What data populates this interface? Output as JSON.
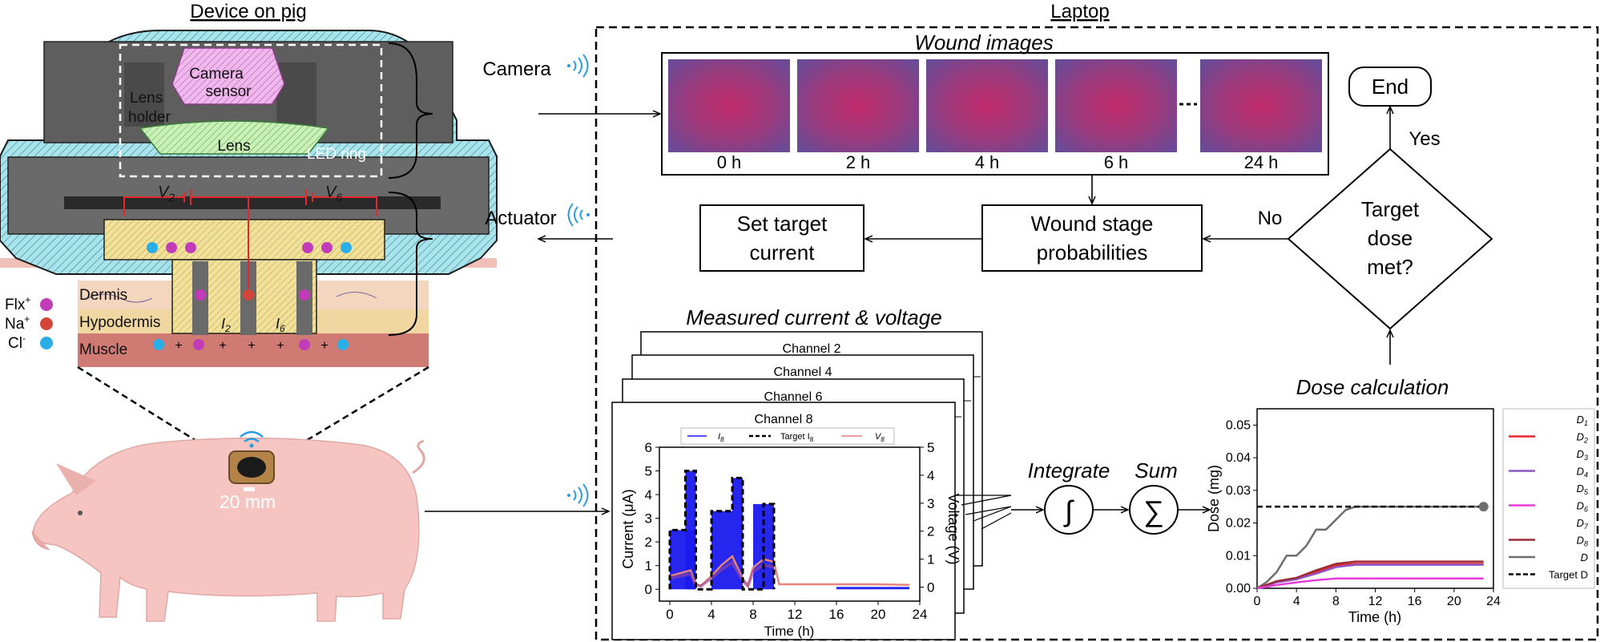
{
  "left_panel": {
    "title": "Device on pig",
    "labels": {
      "camera_sensor_1": "Camera",
      "camera_sensor_2": "sensor",
      "lens_holder_1": "Lens",
      "lens_holder_2": "holder",
      "lens": "Lens",
      "led_ring": "LED ring",
      "v2": "V",
      "v2_sub": "2",
      "v6": "V",
      "v6_sub": "6",
      "i2": "I",
      "i2_sub": "2",
      "i6": "I",
      "i6_sub": "6",
      "dermis": "Dermis",
      "hypodermis": "Hypodermis",
      "muscle": "Muscle",
      "scale": "20 mm"
    },
    "ions": [
      {
        "label": "Flx",
        "charge": "+",
        "color": "#c23bb8"
      },
      {
        "label": "Na",
        "charge": "+",
        "color": "#d2473a"
      },
      {
        "label": "Cl",
        "charge": "-",
        "color": "#29aee8"
      }
    ]
  },
  "links": {
    "camera": "Camera",
    "actuator": "Actuator"
  },
  "laptop": {
    "title": "Laptop",
    "wound_images_title": "Wound images",
    "timepoints": [
      "0 h",
      "2 h",
      "4 h",
      "6 h",
      "24 h"
    ],
    "wound_stage": [
      "Wound stage",
      "probabilities"
    ],
    "set_target": [
      "Set target",
      "current"
    ],
    "decision": [
      "Target",
      "dose",
      "met?"
    ],
    "yes": "Yes",
    "no": "No",
    "end": "End",
    "dose_calc_title": "Dose calculation",
    "measured_title": "Measured current & voltage",
    "integrate": "Integrate",
    "sum": "Sum",
    "integral_symbol": "∫",
    "sum_symbol": "∑",
    "stack_channels": [
      "Channel 2",
      "Channel 4",
      "Channel 6"
    ]
  },
  "colors": {
    "skin_cyan": "#a9e3ec",
    "device_gray": "#5e5e5e",
    "tissue_dermis": "#f4d5bd",
    "tissue_hypodermis": "#f0d6a0",
    "tissue_muscle": "#cf7a73",
    "pig": "#f6c5c2",
    "wound": "#a23a78"
  },
  "chart_data": [
    {
      "type": "line",
      "title": "Channel 8",
      "xlabel": "Time (h)",
      "ylabel": "Current (μA)",
      "y2label": "Voltage (V)",
      "xlim": [
        -1,
        24
      ],
      "ylim": [
        -0.5,
        6
      ],
      "y2lim": [
        -0.5,
        5
      ],
      "xticks": [
        0,
        4,
        8,
        12,
        16,
        20,
        24
      ],
      "yticks": [
        0,
        1,
        2,
        3,
        4,
        5,
        6
      ],
      "y2ticks": [
        0,
        1,
        2,
        3,
        4,
        5
      ],
      "legend": [
        "I",
        "Target I",
        "V"
      ],
      "legend_sub": "8",
      "series": [
        {
          "name": "Target I",
          "color": "#000000",
          "style": "dashed",
          "x": [
            0,
            0,
            1.5,
            1.5,
            2.5,
            2.5,
            3,
            3,
            4,
            4,
            6,
            6,
            7,
            7,
            7.5,
            7.5,
            9,
            9,
            10,
            10
          ],
          "y": [
            0,
            2.5,
            2.5,
            5.0,
            5.0,
            0,
            0,
            0,
            0,
            3.3,
            3.3,
            4.7,
            4.7,
            0,
            0,
            0,
            0,
            3.6,
            3.6,
            0
          ]
        },
        {
          "name": "I",
          "color": "#1a1aee",
          "style": "band",
          "segments": [
            [
              0,
              2.5,
              2.5
            ],
            [
              1.5,
              2.5,
              5.0
            ],
            [
              4,
              6,
              3.3
            ],
            [
              6,
              7,
              4.7
            ],
            [
              8,
              10,
              3.6
            ],
            [
              16,
              23,
              0.1
            ]
          ]
        },
        {
          "name": "V",
          "color": "#e8837c",
          "style": "solid",
          "x": [
            0,
            2,
            2.5,
            3,
            4,
            5,
            6,
            7,
            7.5,
            8,
            9,
            10,
            10.5,
            12,
            16,
            20,
            23
          ],
          "y": [
            0.4,
            0.6,
            0.1,
            0.05,
            0.4,
            0.8,
            1.1,
            0.3,
            0.05,
            0.7,
            1.0,
            0.9,
            0.1,
            0.1,
            0.1,
            0.1,
            0.08
          ]
        }
      ]
    },
    {
      "type": "line",
      "title": "",
      "xlabel": "Time (h)",
      "ylabel": "Dose (mg)",
      "xlim": [
        0,
        24
      ],
      "ylim": [
        0,
        0.055
      ],
      "xticks": [
        0,
        4,
        8,
        12,
        16,
        20,
        24
      ],
      "yticks": [
        "0.00",
        "0.01",
        "0.02",
        "0.03",
        "0.04",
        "0.05"
      ],
      "legend": [
        {
          "name": "D",
          "sub": "1",
          "color": ""
        },
        {
          "name": "D",
          "sub": "2",
          "color": "#e8262c"
        },
        {
          "name": "D",
          "sub": "3",
          "color": ""
        },
        {
          "name": "D",
          "sub": "4",
          "color": "#8c57c4"
        },
        {
          "name": "D",
          "sub": "5",
          "color": ""
        },
        {
          "name": "D",
          "sub": "6",
          "color": "#e83cd8"
        },
        {
          "name": "D",
          "sub": "7",
          "color": ""
        },
        {
          "name": "D",
          "sub": "8",
          "color": "#9e2a36"
        },
        {
          "name": "D",
          "sub": "",
          "color": "#6e6e6e"
        },
        {
          "name": "Target D",
          "sub": "",
          "color": "#000000",
          "style": "dashed"
        }
      ],
      "series": [
        {
          "name": "D",
          "color": "#6e6e6e",
          "x": [
            0,
            1,
            2,
            3,
            4,
            5,
            6,
            7,
            8,
            9,
            10,
            23
          ],
          "y": [
            0,
            0.002,
            0.005,
            0.01,
            0.01,
            0.013,
            0.018,
            0.018,
            0.021,
            0.024,
            0.025,
            0.025
          ]
        },
        {
          "name": "Target D",
          "color": "#000000",
          "style": "dashed",
          "x": [
            0,
            23
          ],
          "y": [
            0.025,
            0.025
          ]
        },
        {
          "name": "D2",
          "color": "#e8262c",
          "x": [
            0,
            2,
            4,
            6,
            8,
            10,
            23
          ],
          "y": [
            0,
            0.002,
            0.003,
            0.005,
            0.007,
            0.0075,
            0.0075
          ]
        },
        {
          "name": "D4",
          "color": "#8c57c4",
          "x": [
            0,
            2,
            4,
            6,
            8,
            10,
            23
          ],
          "y": [
            0,
            0.0018,
            0.0028,
            0.0045,
            0.0065,
            0.0072,
            0.0072
          ]
        },
        {
          "name": "D8",
          "color": "#9e2a36",
          "x": [
            0,
            2,
            4,
            6,
            8,
            10,
            23
          ],
          "y": [
            0,
            0.0022,
            0.0032,
            0.0055,
            0.0075,
            0.0082,
            0.0082
          ]
        },
        {
          "name": "D6",
          "color": "#e83cd8",
          "x": [
            0,
            2,
            4,
            6,
            8,
            10,
            23
          ],
          "y": [
            0,
            0.001,
            0.0018,
            0.0025,
            0.003,
            0.003,
            0.003
          ]
        }
      ]
    }
  ]
}
